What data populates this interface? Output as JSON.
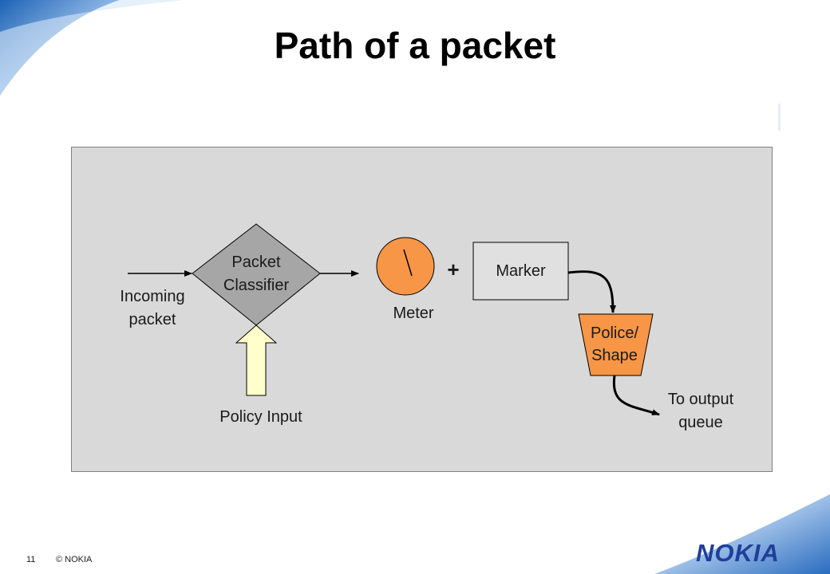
{
  "slide": {
    "title": "Path of a packet",
    "page_number": "11",
    "copyright": "© NOKIA",
    "logo_text": "NOKIA"
  },
  "diagram": {
    "classifier_label": "Packet\nClassifier",
    "incoming_label": "Incoming\npacket",
    "policy_label": "Policy Input",
    "meter_label": "Meter",
    "plus_symbol": "+",
    "marker_label": "Marker",
    "police_label": "Police/\nShape",
    "output_label": "To output\nqueue"
  },
  "colors": {
    "panel": "#d9d9d9",
    "classifier_fill": "#a6a6a6",
    "meter_fill": "#f79646",
    "police_fill": "#f79646",
    "policy_arrow_fill": "#ffffcc",
    "marker_fill": "#e0e0e0",
    "logo": "#1f3f9a"
  }
}
